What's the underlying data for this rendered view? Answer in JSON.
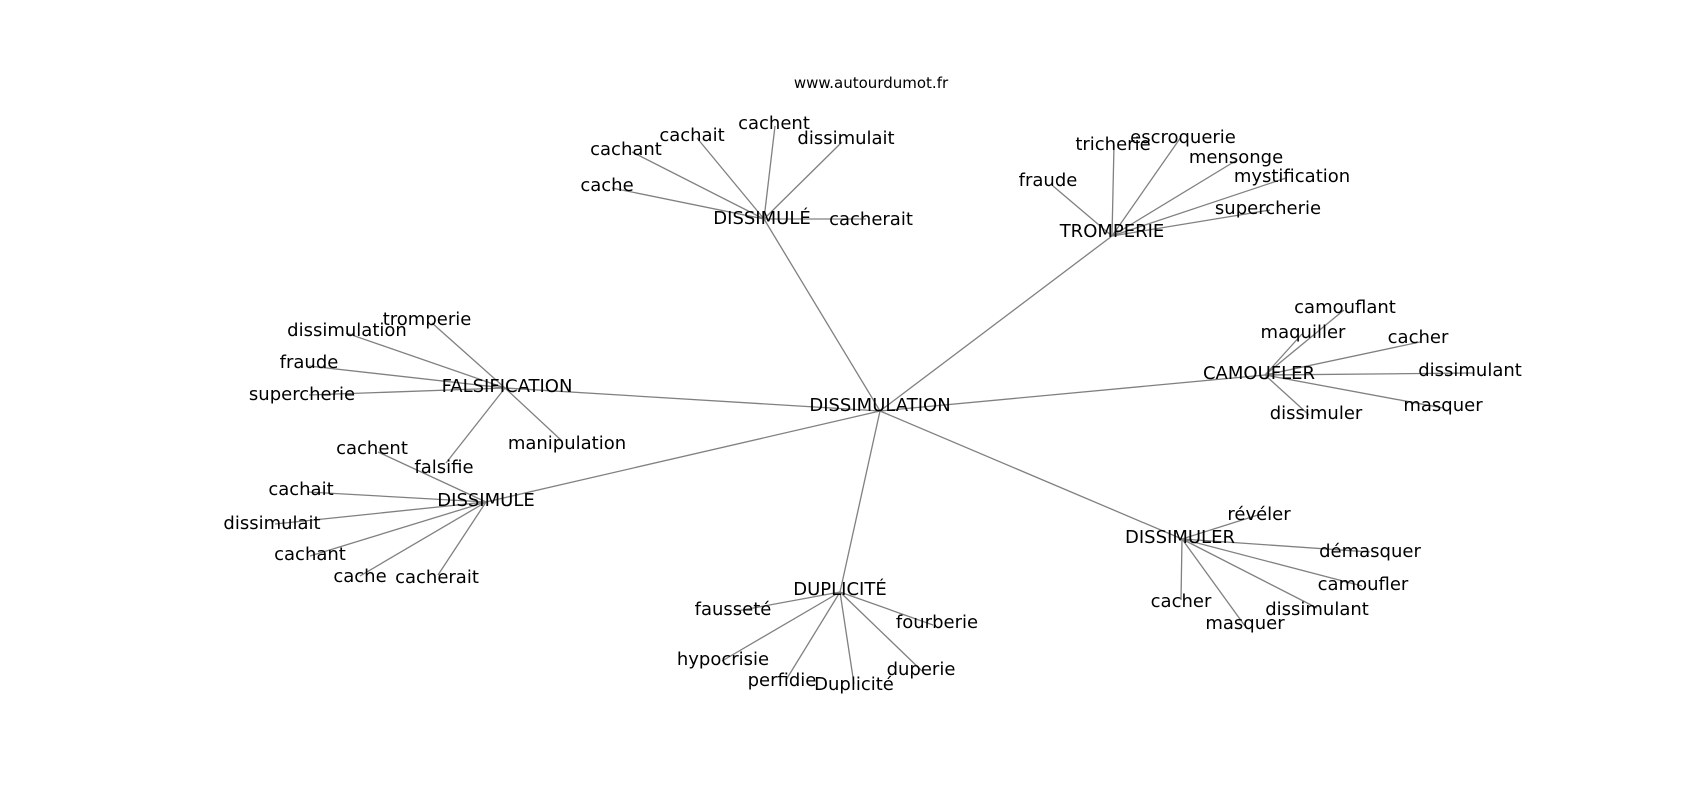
{
  "source_label": "www.autourdumot.fr",
  "center": {
    "id": "center",
    "label": "DISSIMULATION"
  },
  "clusters": [
    {
      "id": "dissimule-accent",
      "label": "DISSIMULÉ",
      "leaves": [
        "cache",
        "cachant",
        "cachait",
        "cachent",
        "dissimulait",
        "cacherait"
      ]
    },
    {
      "id": "tromperie",
      "label": "TROMPERIE",
      "leaves": [
        "fraude",
        "tricherie",
        "escroquerie",
        "mensonge",
        "mystification",
        "supercherie"
      ]
    },
    {
      "id": "falsification",
      "label": "FALSIFICATION",
      "leaves": [
        "tromperie",
        "dissimulation",
        "fraude",
        "supercherie",
        "manipulation",
        "falsifie"
      ]
    },
    {
      "id": "camoufler",
      "label": "CAMOUFLER",
      "leaves": [
        "camouflant",
        "maquiller",
        "cacher",
        "dissimulant",
        "masquer",
        "dissimuler"
      ]
    },
    {
      "id": "dissimule",
      "label": "DISSIMULE",
      "leaves": [
        "cachent",
        "cachait",
        "dissimulait",
        "cachant",
        "cache",
        "cacherait"
      ]
    },
    {
      "id": "duplicite",
      "label": "DUPLICITÉ",
      "leaves": [
        "fausseté",
        "fourberie",
        "hypocrisie",
        "perfidie",
        "Duplicité",
        "duperie"
      ]
    },
    {
      "id": "dissimuler",
      "label": "DISSIMULER",
      "leaves": [
        "révéler",
        "démasquer",
        "camoufler",
        "dissimulant",
        "masquer",
        "cacher"
      ]
    }
  ]
}
